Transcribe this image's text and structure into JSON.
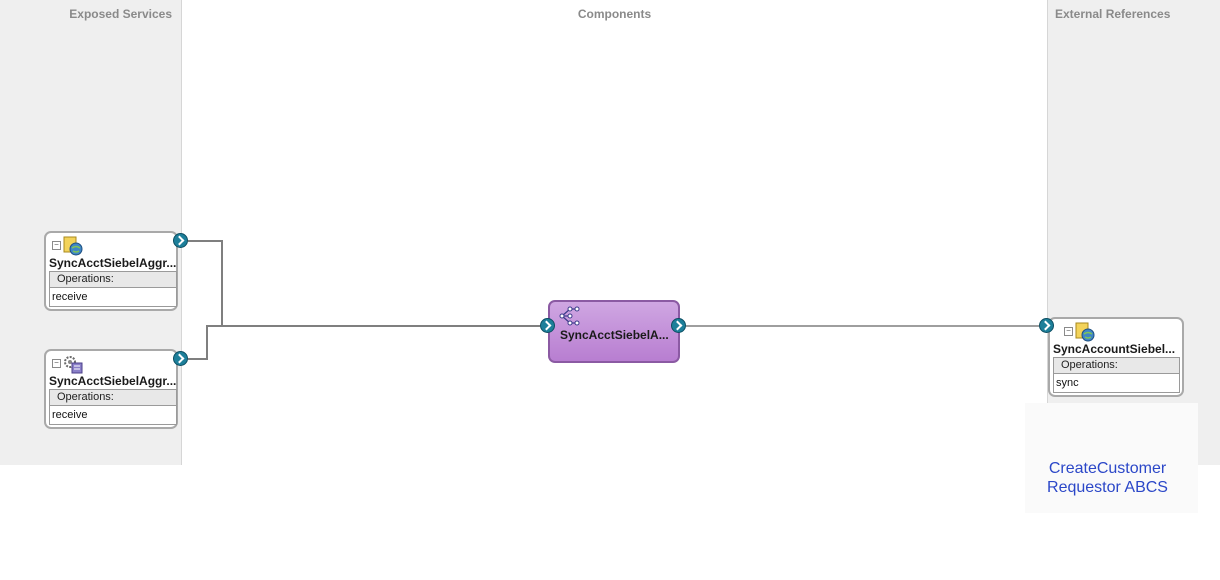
{
  "lanes": {
    "exposed_title": "Exposed Services",
    "components_title": "Components",
    "external_title": "External References"
  },
  "exposed_services": [
    {
      "name": "SyncAcctSiebelAggr...",
      "icon": "web-service-icon",
      "operations_label": "Operations:",
      "operations": [
        "receive"
      ]
    },
    {
      "name": "SyncAcctSiebelAggr...",
      "icon": "adapter-gear-icon",
      "operations_label": "Operations:",
      "operations": [
        "receive"
      ]
    }
  ],
  "component": {
    "name": "SyncAcctSiebelA...",
    "icon": "mediator-icon",
    "color": "#c596dc"
  },
  "external_reference": {
    "name": "SyncAccountSiebel...",
    "icon": "web-service-icon",
    "operations_label": "Operations:",
    "operations": [
      "sync"
    ]
  },
  "annotation": {
    "text": "CreateCustomer\nRequestor ABCS",
    "color": "#2b47c8"
  },
  "colors": {
    "port": "#1d7f9a",
    "wire": "#7f7f7f"
  }
}
